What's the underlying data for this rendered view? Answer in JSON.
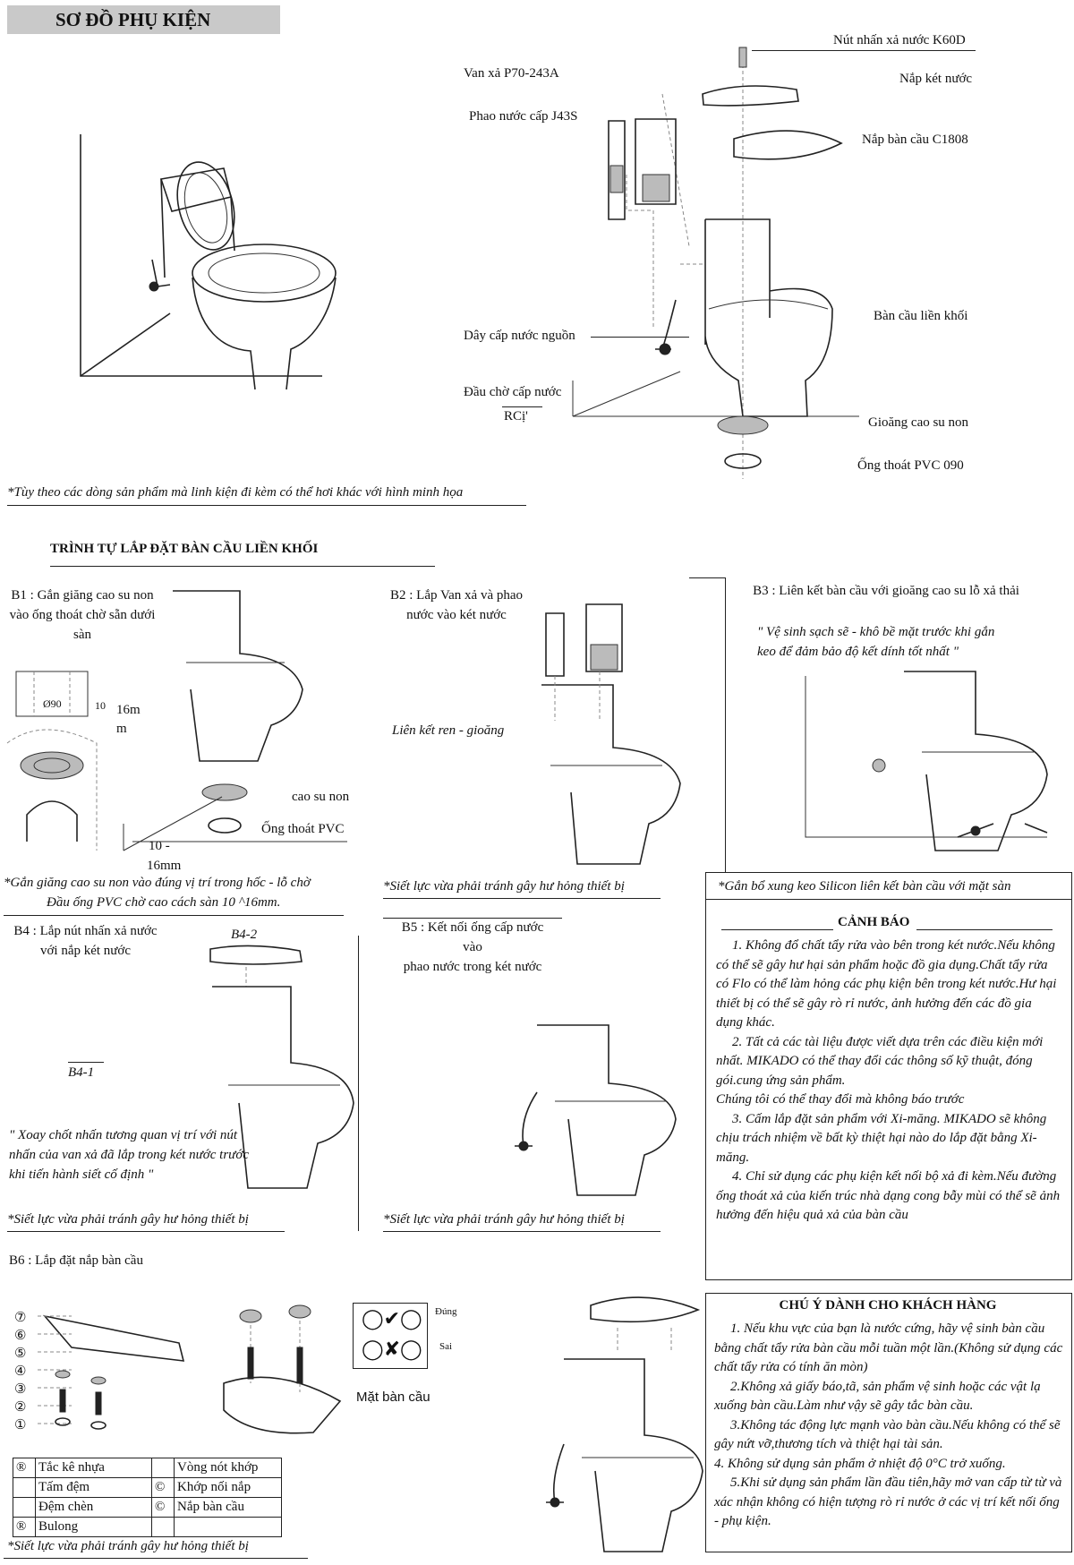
{
  "header": {
    "title": "SƠ ĐỒ PHỤ KIỆN"
  },
  "parts_diagram": {
    "labels": {
      "push_button": "Nút nhấn xả nước K60D",
      "tank_lid": "Nắp két nước",
      "flush_valve": "Van xả P70-243A",
      "fill_valve": "Phao nước cấp J43S",
      "seat_cover": "Nắp bàn cầu C1808",
      "toilet_body": "Bàn cầu liền khối",
      "supply_hose": "Dây cấp nước nguồn",
      "angle_valve": "Đầu chờ cấp nước",
      "angle_valve_code": "RCị'",
      "rubber_gasket": "Gioăng cao su non",
      "pvc_pipe": "Ống thoát PVC 090"
    },
    "footnote": "*Tùy theo các dòng sản phẩm mà linh kiện đi kèm có thể hơi khác với hình minh họa"
  },
  "install": {
    "title": "TRÌNH TỰ LẮP ĐẶT BÀN CẦU LIỀN KHỐI",
    "b1": {
      "title": "B1 : Gắn giăng cao su non vào ống thoát chờ sẵn dưới sàn",
      "dim_o90": "Ø90",
      "dim_10": "10",
      "dim_16mm_a": "16m",
      "dim_16mm_b": "m",
      "dim_10_16": "10 -",
      "dim_16mm_c": "16mm",
      "label_gasket": "cao su non",
      "label_pipe": "Ống thoát PVC",
      "note_1": "*Gắn giăng cao su non vào đúng vị trí trong hốc - lỗ chờ",
      "note_2": "Đầu ống PVC chờ cao cách sàn 10 ^16mm."
    },
    "b2": {
      "title": "B2 : Lắp Van xả và phao nước vào két nước",
      "label_thread": "Liên kết ren - gioăng",
      "note": "*Siết lực vừa phải tránh gây hư hỏng thiết bị"
    },
    "b3": {
      "title": "B3 : Liên kết bàn cầu với gioăng cao su lỗ xả thải",
      "quote": "\" Vệ sinh sạch sẽ - khô bề mặt trước khi gắn keo để đảm bảo độ kết dính tốt nhất \"",
      "note": "*Gắn bổ xung keo Silicon liên kết bàn cầu với mặt sàn"
    },
    "b4": {
      "title": "B4 : Lắp nút nhấn xả nước với nắp két nước",
      "label_b42": "B4-2",
      "label_b41": "B4-1",
      "quote": "\" Xoay chốt nhấn tương quan vị trí với nút nhấn của van xả đã lắp trong két nước trước khi tiến hành siết cố định \"",
      "note": "*Siết lực vừa phải tránh gây hư hỏng thiết bị"
    },
    "b5": {
      "title_1": "B5 : Kết nối ống cấp nước",
      "title_2": "vào",
      "title_3": "phao nước trong két nước",
      "note": "*Siết lực vừa phải tránh gây hư hỏng thiết bị"
    },
    "b6": {
      "title": "B6 : Lắp đặt nắp bàn cầu",
      "label_right": "Đúng",
      "label_wrong": "Sai",
      "label_surface": "Mặt bàn cầu",
      "note": "*Siết lực vừa phải tránh gây hư hỏng thiết bị",
      "markers": [
        "⑦",
        "⑥",
        "⑤",
        "④",
        "③",
        "②",
        "①"
      ],
      "parts": [
        [
          "®",
          "Tắc kê nhựa",
          "",
          "Vòng nót khớp"
        ],
        [
          "",
          "Tấm đệm",
          "©",
          "Khớp nối nắp"
        ],
        [
          "",
          "Đệm chèn",
          "©",
          "Nắp bàn cầu"
        ],
        [
          "®",
          "Bulong",
          "",
          ""
        ]
      ]
    }
  },
  "warning": {
    "title": "CẢNH BÁO",
    "items": [
      "1.            Không đổ chất tẩy rửa vào bên trong két nước.Nếu không có thể sẽ gây hư hại sản phẩm hoặc đồ gia dụng.Chất tẩy rửa có Flo có thể làm hỏng các phụ kiện bên trong két nước.Hư hại thiết bị có thể sẽ gây rò rỉ nước, ảnh hưởng đến các đồ gia dụng khác.",
      "2. Tất cả các tài liệu được viết dựa trên các điều kiện mới nhất. MIKADO có thể thay đổi các thông số kỹ thuật, đóng gói.cung ứng sản phẩm.",
      "Chúng tôi có thể thay đổi mà không báo trước",
      "3. Cấm lắp đặt sản phẩm với Xi-măng. MIKADO sẽ không chịu trách nhiệm về bất kỳ thiệt hại nào do lắp đặt bằng Xi-măng.",
      "4. Chỉ sử dụng các phụ kiện kết nối bộ xả đi kèm.Nếu đường ống thoát xả của kiến trúc nhà dạng cong bẫy mùi có thể sẽ ảnh hưởng đến hiệu quả xả của bàn cầu"
    ]
  },
  "customer": {
    "title": "CHÚ Ý DÀNH CHO KHÁCH HÀNG",
    "items": [
      "1.            Nếu khu vực của bạn là nước cứng, hãy vệ sinh bàn cầu bằng chất tẩy rửa bàn cầu mỗi tuần một lần.(Không sử dụng các chất tẩy rửa có tính ăn mòn)",
      "2.Không xả giấy báo,tã, sản phẩm vệ sinh hoặc các vật lạ xuống bàn cầu.Làm như vậy sẽ gây tắc bàn cầu.",
      "3.Không tác động lực mạnh vào bàn cầu.Nếu không có thể sẽ gây nứt vỡ,thương tích và thiệt hại tài sản.",
      "4. Không sử dụng sản phẩm ở nhiệt độ 0°C trở xuống.",
      "5.Khi sử dụng sản phẩm lần đầu tiên,hãy mở van cấp từ từ và xác nhận không có hiện tượng rò rỉ nước ở các vị trí kết nối ống - phụ kiện."
    ]
  }
}
